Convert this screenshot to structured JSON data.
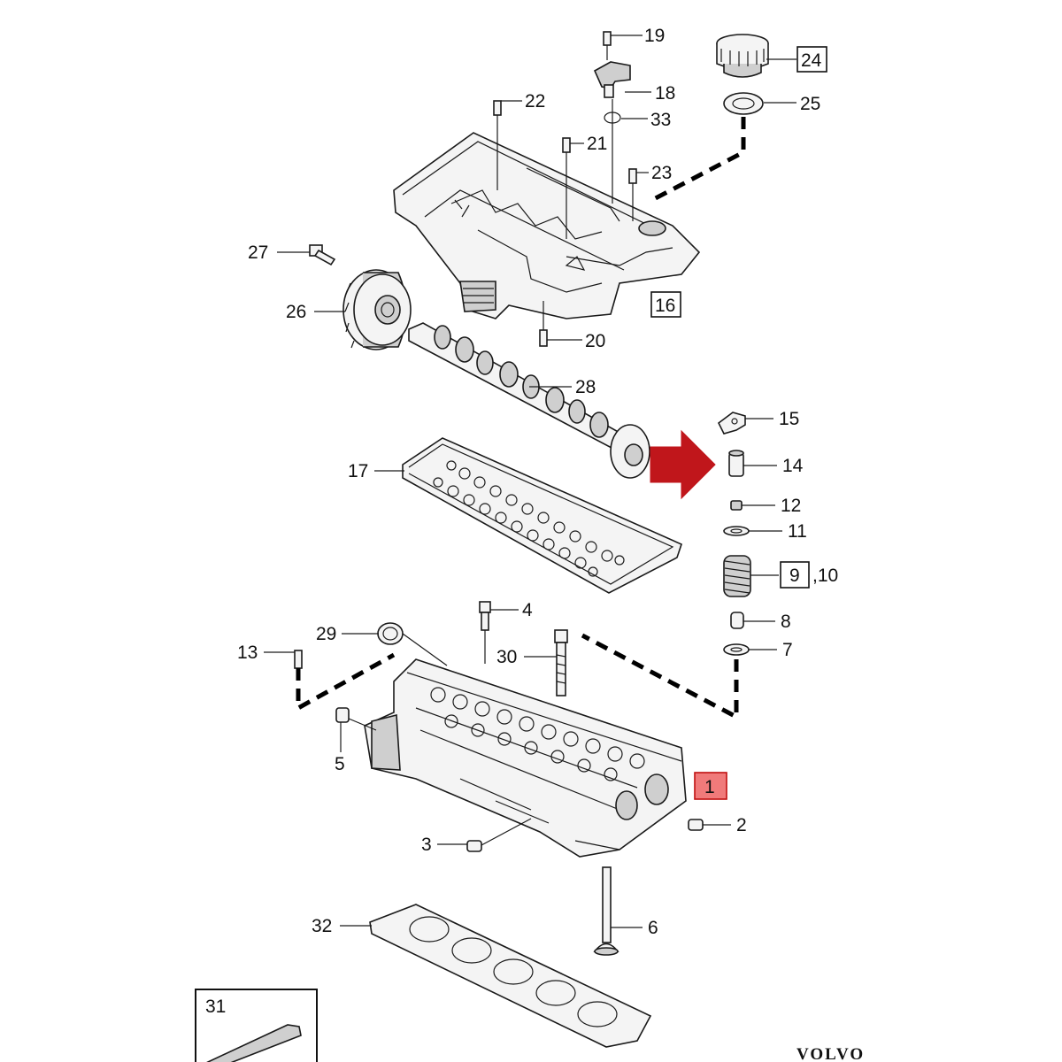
{
  "brand": "VOLVO",
  "callouts": [
    {
      "id": "c19",
      "text": "19"
    },
    {
      "id": "c24",
      "text": "24"
    },
    {
      "id": "c18",
      "text": "18"
    },
    {
      "id": "c22",
      "text": "22"
    },
    {
      "id": "c25",
      "text": "25"
    },
    {
      "id": "c33",
      "text": "33"
    },
    {
      "id": "c21",
      "text": "21"
    },
    {
      "id": "c23",
      "text": "23"
    },
    {
      "id": "c27",
      "text": "27"
    },
    {
      "id": "c16",
      "text": "16"
    },
    {
      "id": "c26",
      "text": "26"
    },
    {
      "id": "c20",
      "text": "20"
    },
    {
      "id": "c28",
      "text": "28"
    },
    {
      "id": "c15",
      "text": "15"
    },
    {
      "id": "c14",
      "text": "14"
    },
    {
      "id": "c17",
      "text": "17"
    },
    {
      "id": "c12",
      "text": "12"
    },
    {
      "id": "c11",
      "text": "11"
    },
    {
      "id": "c9",
      "text": "9"
    },
    {
      "id": "c10",
      "text": ",10"
    },
    {
      "id": "c4",
      "text": "4"
    },
    {
      "id": "c8",
      "text": "8"
    },
    {
      "id": "c29",
      "text": "29"
    },
    {
      "id": "c30",
      "text": "30"
    },
    {
      "id": "c13",
      "text": "13"
    },
    {
      "id": "c7",
      "text": "7"
    },
    {
      "id": "c5",
      "text": "5"
    },
    {
      "id": "c1",
      "text": "1"
    },
    {
      "id": "c2",
      "text": "2"
    },
    {
      "id": "c3",
      "text": "3"
    },
    {
      "id": "c32",
      "text": "32"
    },
    {
      "id": "c6",
      "text": "6"
    },
    {
      "id": "c31",
      "text": "31"
    }
  ],
  "colors": {
    "highlight_arrow": "#c0161b",
    "highlight_box": "#f07a7a",
    "line": "#1a1a1a"
  }
}
